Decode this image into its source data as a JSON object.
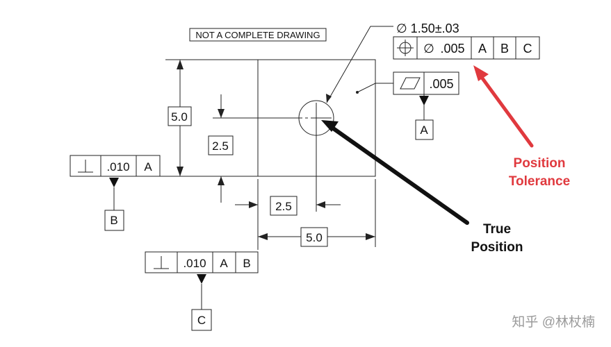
{
  "note": "NOT A COMPLETE DRAWING",
  "hole_callout": "∅ 1.50±.03",
  "position_frame": {
    "symbol": "⌖",
    "diameter": "∅",
    "tolerance": ".005",
    "datums": [
      "A",
      "B",
      "C"
    ]
  },
  "flatness_frame": {
    "symbol": "▱",
    "tolerance": ".005"
  },
  "datum_a": "A",
  "perp_b_frame": {
    "symbol": "⊥",
    "tolerance": ".010",
    "datums": [
      "A"
    ]
  },
  "datum_b": "B",
  "perp_c_frame": {
    "symbol": "⊥",
    "tolerance": ".010",
    "datums": [
      "A",
      "B"
    ]
  },
  "datum_c": "C",
  "dimensions": {
    "height": "5.0",
    "hole_y": "2.5",
    "hole_x": "2.5",
    "width": "5.0"
  },
  "labels": {
    "position_tolerance": [
      "Position",
      "Tolerance"
    ],
    "true_position": [
      "True",
      "Position"
    ]
  },
  "watermark": "知乎 @林杖楠",
  "colors": {
    "red": "#e0393e",
    "line": "#222222",
    "arrow": "#111111"
  }
}
